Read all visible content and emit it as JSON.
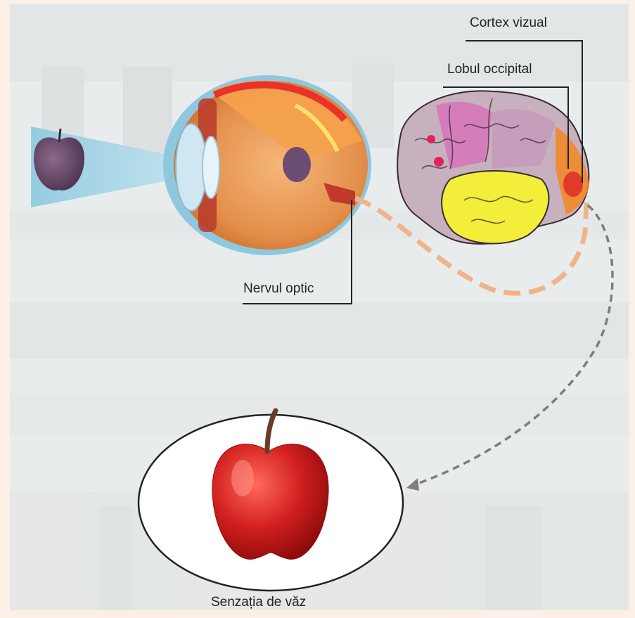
{
  "labels": {
    "cortex_vizual": "Cortex vizual",
    "lobul_occipital": "Lobul occipital",
    "nervul_optic": "Nervul optic",
    "senzatia_de_vaz": "Senzația de văz"
  },
  "colors": {
    "page_border": "#fcefe6",
    "apple_red": "#d21f1f",
    "light_cone": "#9fd3e6",
    "nerve_path": "#f0b48a",
    "brain_gray": "#c8b1bf",
    "temporal_yellow": "#f2ee3a",
    "occipital_orange": "#f08a2a"
  },
  "icons": [
    "apple-icon",
    "eye-icon",
    "brain-icon",
    "perceived-apple-icon"
  ]
}
